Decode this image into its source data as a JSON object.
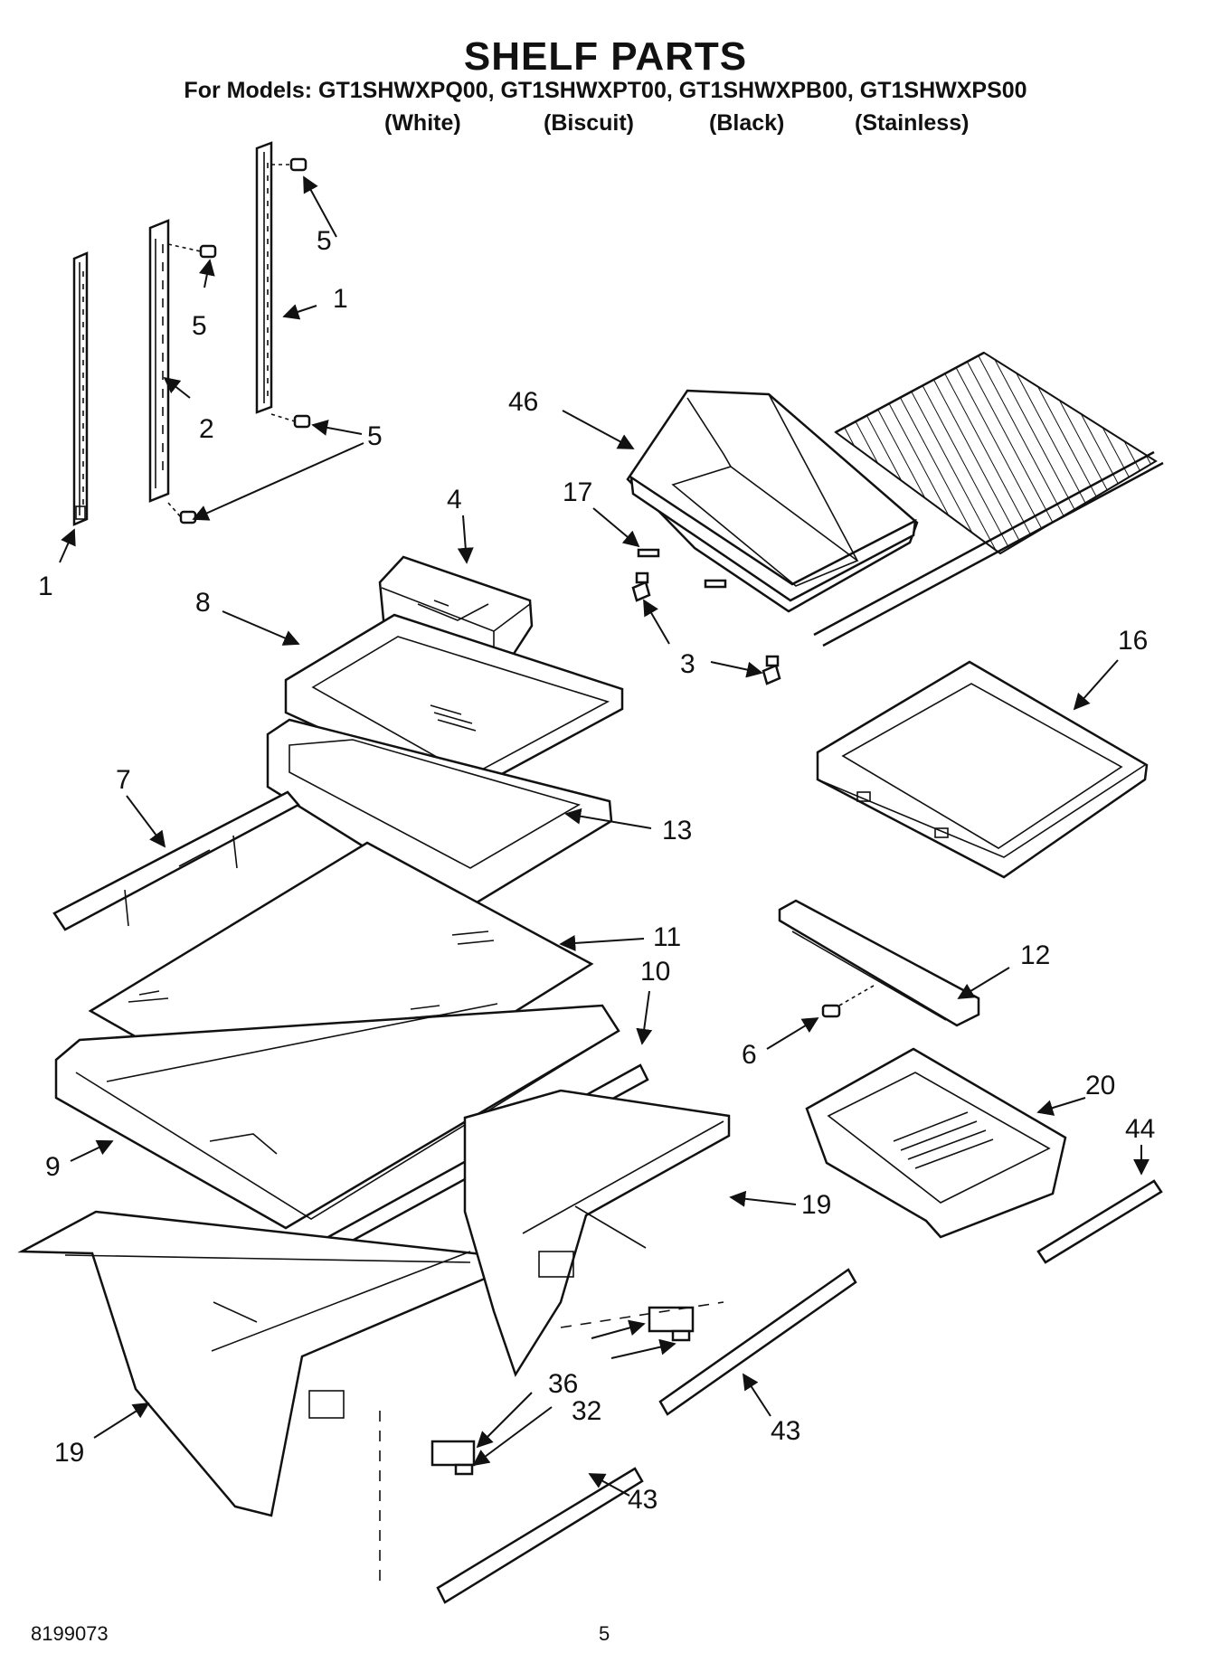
{
  "title": "SHELF PARTS",
  "models_line": "For Models: GT1SHWXPQ00, GT1SHWXPT00, GT1SHWXPB00, GT1SHWXPS00",
  "variants": [
    "(White)",
    "(Biscuit)",
    "(Black)",
    "(Stainless)"
  ],
  "callouts": {
    "c1a": "1",
    "c1b": "1",
    "c2": "2",
    "c3": "3",
    "c4": "4",
    "c5a": "5",
    "c5b": "5",
    "c5c": "5",
    "c6": "6",
    "c7": "7",
    "c8": "8",
    "c9": "9",
    "c10": "10",
    "c11": "11",
    "c12": "12",
    "c13": "13",
    "c16": "16",
    "c17": "17",
    "c19a": "19",
    "c19b": "19",
    "c20": "20",
    "c32": "32",
    "c36": "36",
    "c43a": "43",
    "c43b": "43",
    "c44": "44",
    "c46": "46"
  },
  "footer": {
    "doc_number": "8199073",
    "page_number": "5"
  }
}
